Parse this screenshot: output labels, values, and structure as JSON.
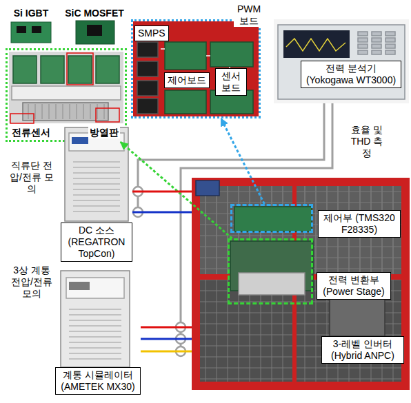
{
  "diagram": {
    "nodes": [
      {
        "text": [
          "전류센서",
          "방열판"
        ]
      },
      {
        "text": [
          "PWM 보드",
          "SMPS",
          "제어보드",
          "센서 보드"
        ]
      },
      {
        "text": [
          "전력 분석기 (Yokogawa WT3000)"
        ]
      },
      {
        "text": [
          "DC 소스 (REGATRON TopCon)"
        ]
      },
      {
        "text": [
          "계통 시뮬레이터 (AMETEK MX30)"
        ]
      },
      {
        "text": [
          "3-레벨 인버터 (Hybrid ANPC)"
        ]
      },
      {
        "text": [
          "제어부 (TMS320 F28335)"
        ],
        "in": 5
      },
      {
        "text": [
          "전력 변환부 (Power Stage)"
        ],
        "in": 5
      }
    ],
    "edges": [
      {
        "from": 7,
        "to": 0,
        "arrow": "to"
      },
      {
        "from": 6,
        "to": 1,
        "arrow": "to"
      },
      {
        "from": 3,
        "to": 5,
        "arrow": "none"
      },
      {
        "from": 4,
        "to": 5,
        "arrow": "none"
      }
    ],
    "labels": [
      "Si IGBT",
      "SiC MOSFET",
      "효율 및 THD 측정",
      "직류단 전압/전류 모의",
      "3상 계통 전압/전류 모의"
    ]
  }
}
